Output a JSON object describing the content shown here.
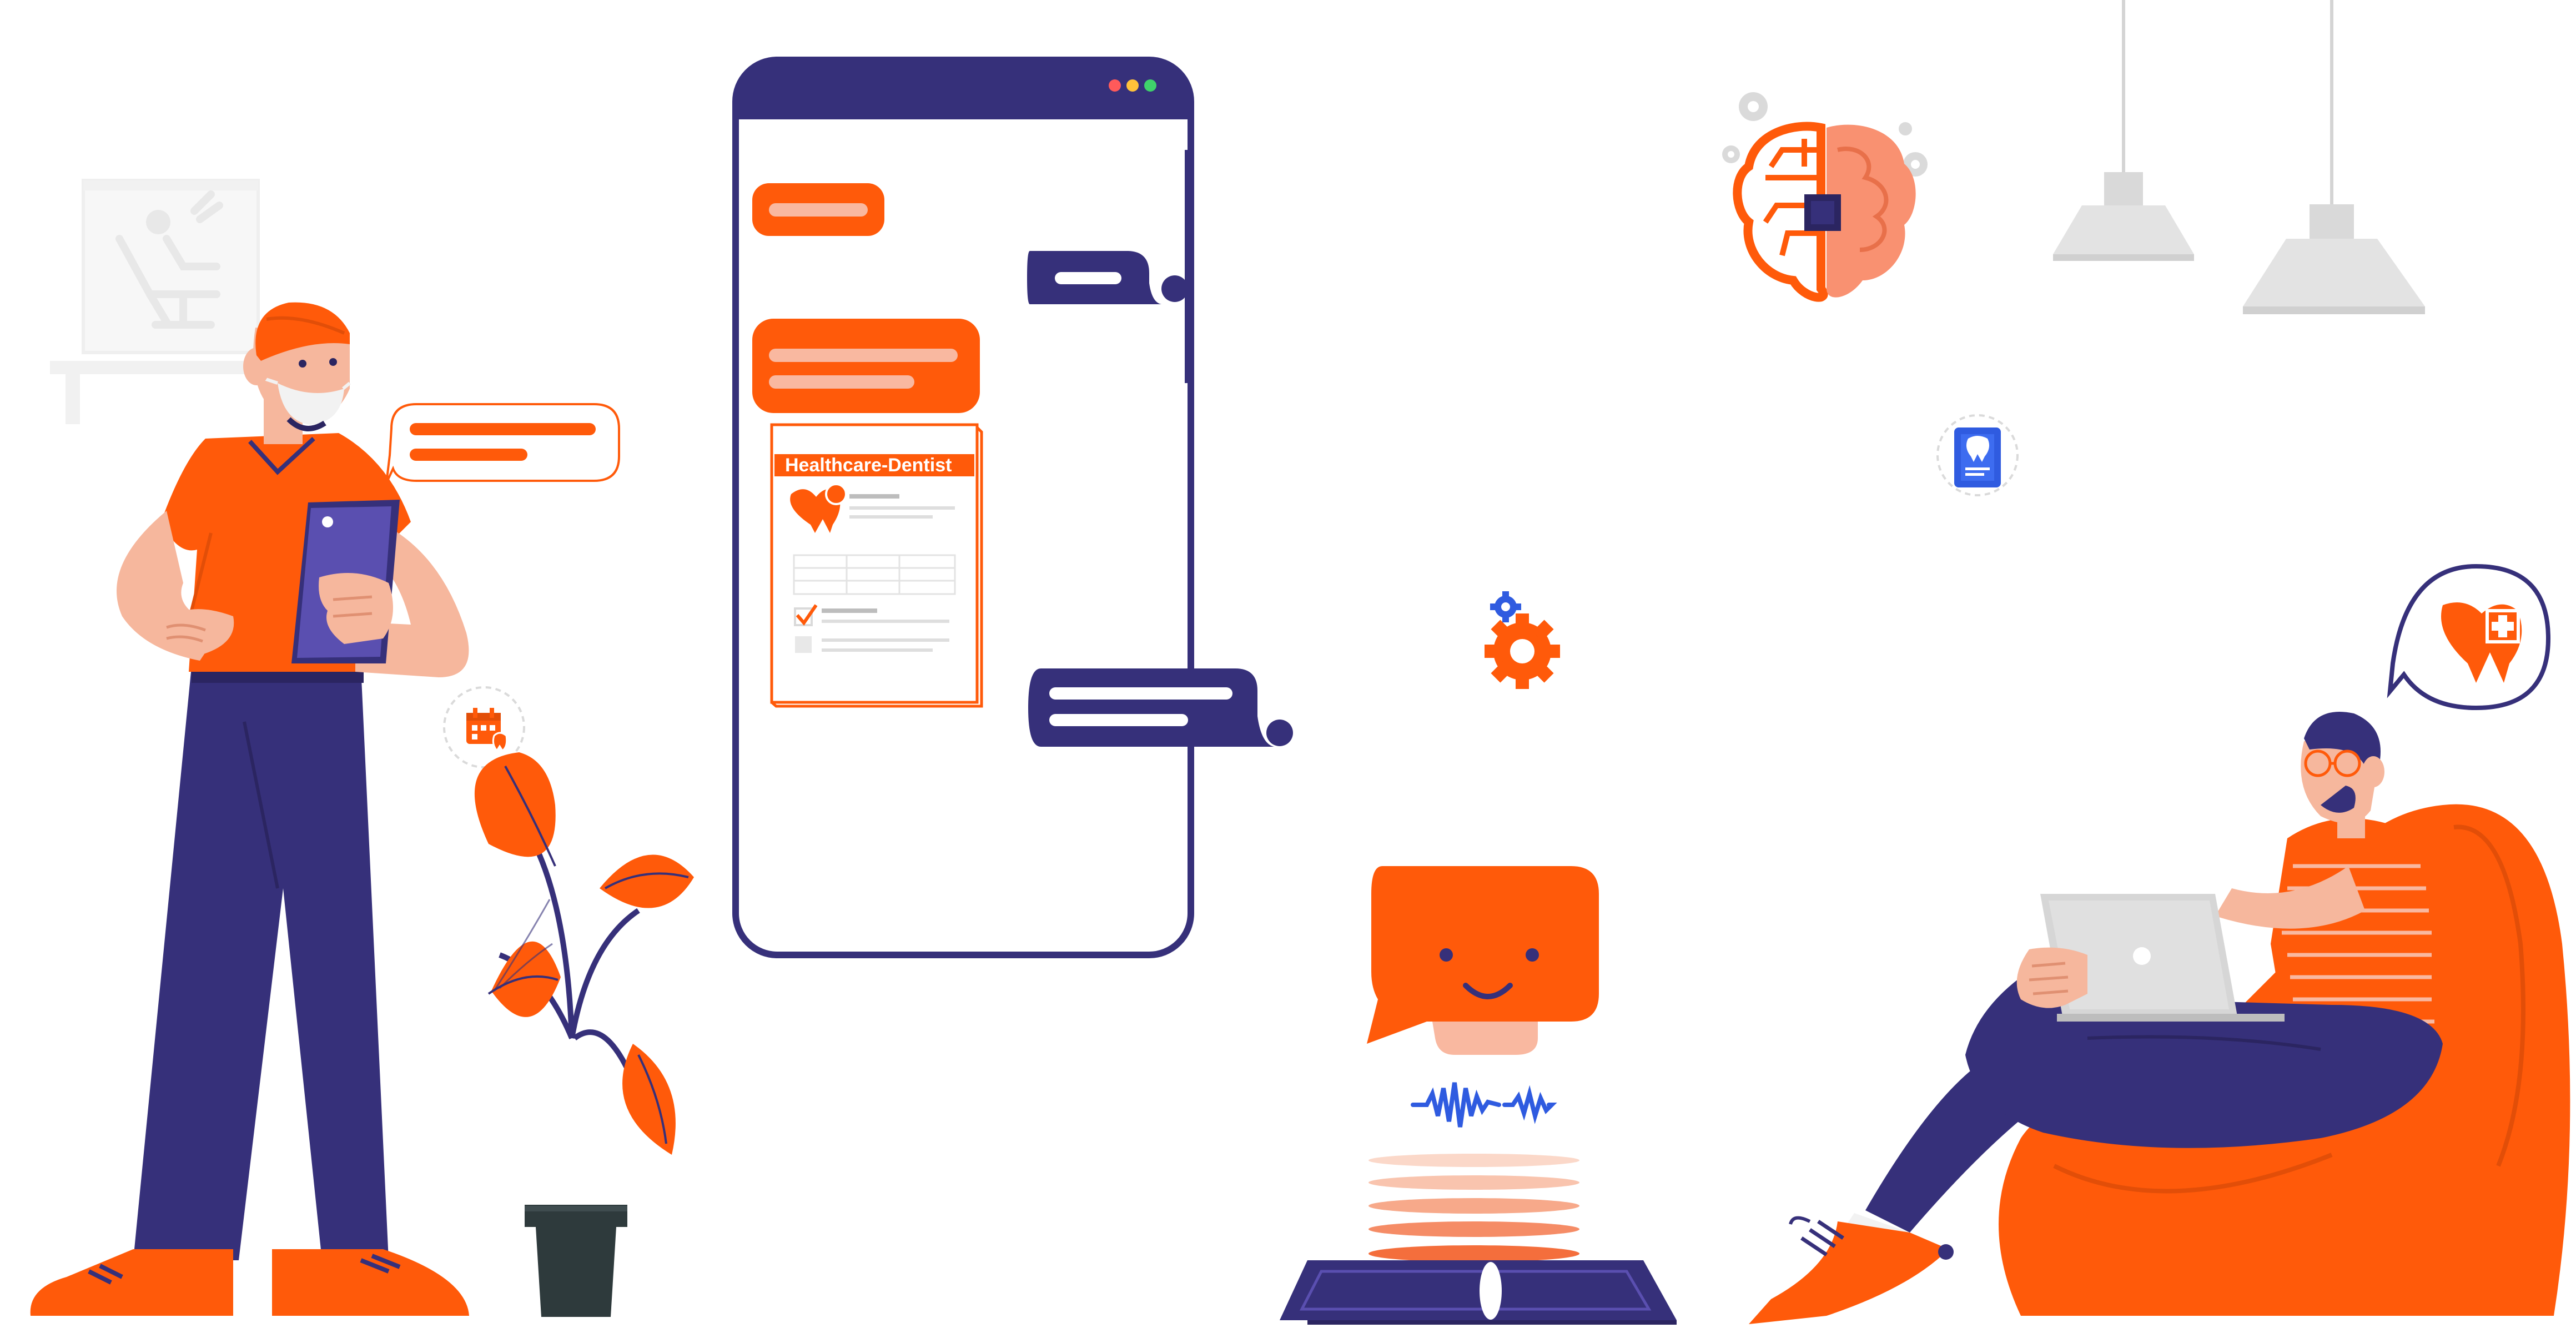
{
  "document_card": {
    "title": "Healthcare-Dentist"
  },
  "window_controls": [
    "close-dot",
    "minimize-dot",
    "maximize-dot"
  ],
  "icons": {
    "calendar": "calendar-tooth-icon",
    "tooth_report": "tooth-report-icon",
    "tooth_plus": "tooth-plus-icon",
    "gears": "gears-icon",
    "brain": "ai-brain-chip-icon",
    "bot": "smiley-chat-bot-icon",
    "voice": "voice-wave-icon"
  },
  "colors": {
    "brand_orange": "#FF5A0A",
    "navy": "#36307A",
    "skin": "#F6B79D",
    "light_gray": "#E6E6E6",
    "blue_accent": "#2F5BE0",
    "dark_green": "#2E3A3C"
  }
}
